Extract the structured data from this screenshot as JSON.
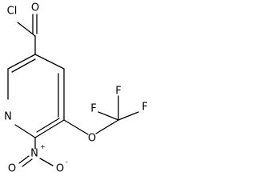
{
  "structure": {
    "atoms": {
      "acyl_chloride_cl": "Cl",
      "carbonyl_o": "O",
      "ring_n": "N",
      "ether_o": "O",
      "fluorine_1": "F",
      "fluorine_2": "F",
      "fluorine_3": "F",
      "nitro_n": "N",
      "nitro_o_single": "O",
      "nitro_o_double": "O"
    },
    "charges": {
      "nitro_n": "+",
      "nitro_o_single": "-"
    }
  }
}
